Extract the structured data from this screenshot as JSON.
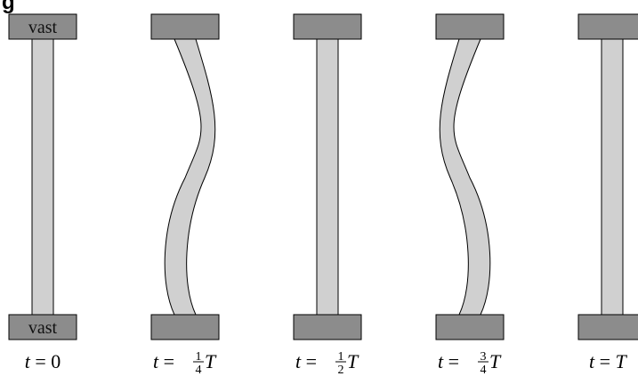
{
  "header": {
    "text": "g"
  },
  "clamp_label": "vast",
  "panels": [
    {
      "var": "t",
      "eq": " = ",
      "value": "0",
      "num": "",
      "den": "",
      "period": "",
      "bend": 0
    },
    {
      "var": "t",
      "eq": " = ",
      "value": "",
      "num": "1",
      "den": "4",
      "period": "T",
      "bend": 1
    },
    {
      "var": "t",
      "eq": " = ",
      "value": "",
      "num": "1",
      "den": "2",
      "period": "T",
      "bend": 0
    },
    {
      "var": "t",
      "eq": " = ",
      "value": "",
      "num": "3",
      "den": "4",
      "period": "T",
      "bend": -1
    },
    {
      "var": "t",
      "eq": " = ",
      "value": "T",
      "num": "",
      "den": "",
      "period": "",
      "bend": 0
    }
  ],
  "colors": {
    "clamp": "#8c8c8c",
    "beam": "#d0d0d0",
    "outline": "#000000"
  }
}
